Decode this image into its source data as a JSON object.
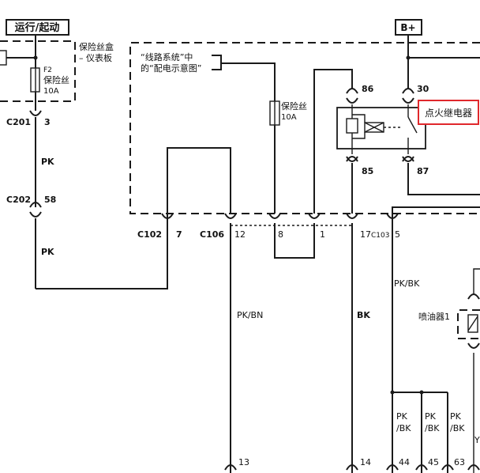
{
  "labels": {
    "run_crank": "运行/起动",
    "b_plus": "B+",
    "fuse_box_line1": "保险丝盒",
    "fuse_box_line2": "– 仪表板",
    "f2": "F2",
    "fuse_word": "保险丝",
    "fuse_rating": "10A",
    "power_ref_line1": "“线路系统”中",
    "power_ref_line2": "的“配电示意图”",
    "fuse2_word": "保险丝",
    "fuse2_rating": "10A",
    "ignition_relay": "点火继电器",
    "injector1": "喷油器1"
  },
  "connectors": {
    "c201": "C201",
    "c201_pin": "3",
    "c202": "C202",
    "c202_pin": "58",
    "c102": "C102",
    "c102_pin": "7",
    "c106": "C106",
    "c106_pin_12": "12",
    "c106_pin_8": "8",
    "c106_pin_1": "1",
    "c106_pin_17": "17",
    "c103": "C103",
    "c103_pin": "5"
  },
  "relay_pins": {
    "p86": "86",
    "p30": "30",
    "p85": "85",
    "p87": "87"
  },
  "wires": {
    "pk_1": "PK",
    "pk_2": "PK",
    "pk_bn": "PK/BN",
    "bk": "BK",
    "pk_bk": "PK/BK",
    "pk_a": "PK",
    "bk_a": "/BK",
    "pk_b": "PK",
    "bk_b": "/BK",
    "pk_c": "PK",
    "bk_c": "/BK",
    "partial_y": "Y"
  },
  "bottom_pins": {
    "p13": "13",
    "p14": "14",
    "p44": "44",
    "p45": "45",
    "p63": "63"
  },
  "colors": {
    "line": "#1a1a1a",
    "highlight": "#e0282c"
  }
}
